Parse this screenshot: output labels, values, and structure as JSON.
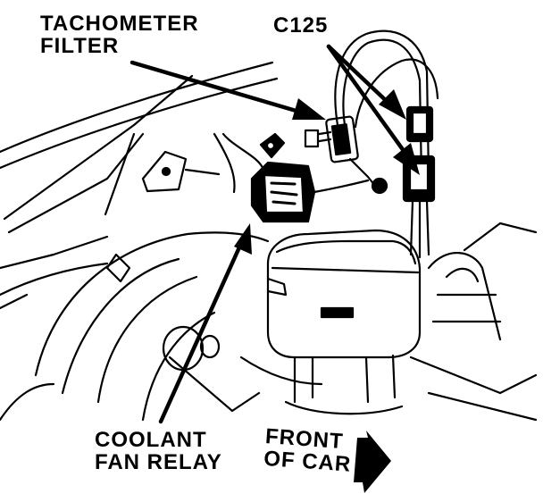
{
  "labels": {
    "tachometer_filter": [
      "TACHOMETER",
      "FILTER"
    ],
    "connector": "C125",
    "coolant_fan_relay": [
      "COOLANT",
      "FAN RELAY"
    ],
    "front_of_car": [
      "FRONT",
      "OF CAR"
    ]
  },
  "colors": {
    "ink": "#000000",
    "paper": "#ffffff"
  },
  "icons": [
    "direction-arrow-icon"
  ]
}
